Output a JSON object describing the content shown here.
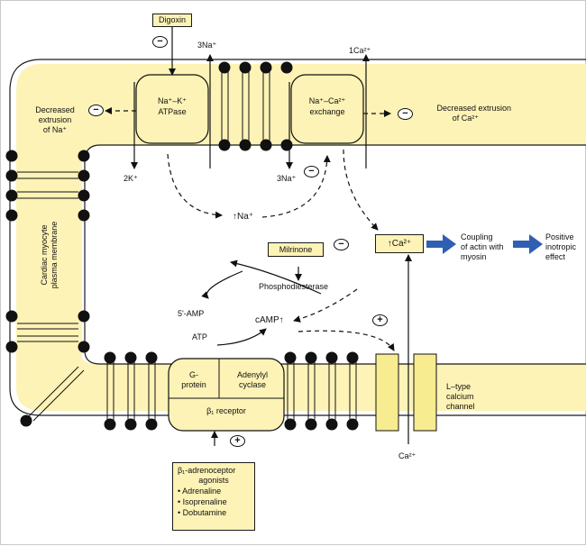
{
  "drug_digoxin": "Digoxin",
  "drug_milrinone": "Milrinone",
  "na_k_atpase": [
    "Na⁺–K⁺",
    "ATPase"
  ],
  "na_ca_exchange": [
    "Na⁺–Ca²⁺",
    "exchange"
  ],
  "ion_3na_out": "3Na⁺",
  "ion_1ca_out": "1Ca²⁺",
  "ion_2k_in": "2K⁺",
  "ion_3na_in": "3Na⁺",
  "decreased_na": [
    "Decreased",
    "extrusion",
    "of Na⁺"
  ],
  "decreased_ca": [
    "Decreased extrusion",
    "of Ca²⁺"
  ],
  "increased_na": "↑Na⁺",
  "increased_ca": "↑Ca²⁺",
  "coupling": [
    "Coupling",
    "of actin with",
    "myosin"
  ],
  "positive_inotropic": [
    "Positive",
    "inotropic",
    "effect"
  ],
  "membrane_label": [
    "Cardiac myocyte",
    "plasma membrane"
  ],
  "phosphodiesterase": "Phosphodiesterase",
  "amp": "5'-AMP",
  "camp": "cAMP↑",
  "atp": "ATP",
  "g_protein": [
    "G-",
    "protein"
  ],
  "adenylyl_cyclase": [
    "Adenylyl",
    "cyclase"
  ],
  "beta1_receptor": "β₁ receptor",
  "l_type_channel": [
    "L–type",
    "calcium",
    "channel"
  ],
  "ca_extracellular": "Ca²⁺",
  "agonists_title": [
    "β₁-adrenoceptor",
    "agonists"
  ],
  "agonists": [
    "Adrenaline",
    "Isoprenaline",
    "Dobutamine"
  ],
  "sign_minus": "−",
  "sign_plus": "+",
  "colors": {
    "membrane": "#fdf3b6",
    "accent_arrow": "#2f5fb3"
  }
}
